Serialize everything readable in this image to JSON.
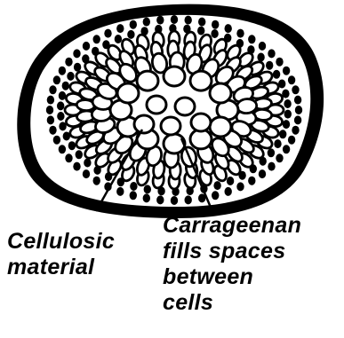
{
  "labels": {
    "cellulosic": [
      "Cellulosic",
      "material"
    ],
    "carrageenan": [
      "Carrageenan",
      "fills spaces",
      "between",
      "cells"
    ]
  },
  "colors": {
    "ink": "#000000",
    "background": "#ffffff"
  }
}
